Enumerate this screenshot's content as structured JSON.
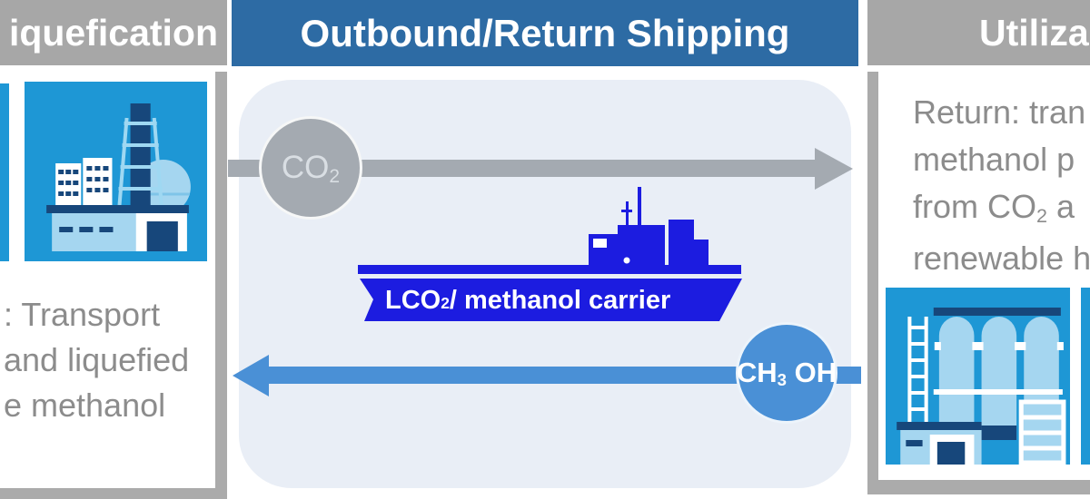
{
  "left_panel": {
    "header_label": "iquefication",
    "body_lines": [
      ": Transport",
      "and liquefied",
      "e methanol"
    ],
    "icon_name": "liquefaction-plant-icon"
  },
  "center_panel": {
    "header_label": "Outbound/Return Shipping",
    "outbound_molecule": {
      "pre": "CO",
      "sub": "2",
      "post": ""
    },
    "return_molecule": {
      "pre": "CH",
      "sub": "3",
      "post": " OH"
    },
    "ship_label": {
      "pre": "LCO",
      "sub": "2",
      "post": " / methanol carrier"
    }
  },
  "right_panel": {
    "header_label": "Utiliza",
    "body_line_1": "Return: tran",
    "body_line_2": "methanol p",
    "body_line_3": {
      "pre": "from CO",
      "sub": "2",
      "post": " a"
    },
    "body_line_4": "renewable h",
    "icon_name": "methanol-plant-icon"
  },
  "colors": {
    "header_blue": "#2D6BA4",
    "header_gray": "#A7A7A7",
    "frame_gray": "#ABABAB",
    "panel_background": "#E9EEF6",
    "outbound_gray": "#A4AAB1",
    "return_blue": "#4A90D6",
    "ship_blue": "#1C1CE0",
    "tile_blue": "#1E97D5",
    "icon_dark_navy": "#17477B",
    "icon_light_blue": "#A5D6F0",
    "body_text_gray": "#8C8C8C"
  }
}
